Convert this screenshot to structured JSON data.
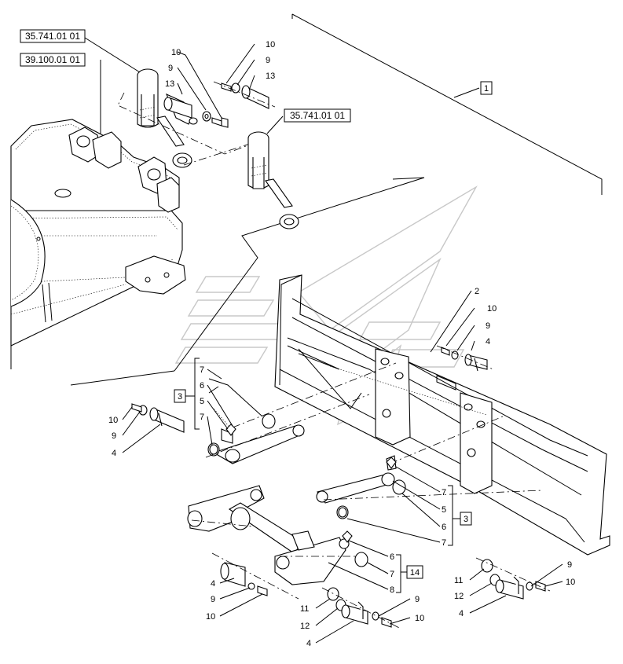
{
  "ref_boxes": {
    "cylinder_left": "35.741.01 01",
    "frame": "39.100.01 01",
    "cylinder_right": "35.741.01 01"
  },
  "group_boxes": {
    "top_group": "1",
    "left_arm_group": "3",
    "right_arm_group": "3",
    "frame_group": "14"
  },
  "callouts": {
    "top_left_bolt": "10",
    "top_left_washer": "9",
    "top_left_pin": "13",
    "top_right_bolt": "10",
    "top_right_washer": "9",
    "top_right_pin": "13",
    "blade_pin_label": "2",
    "blade_bolt": "10",
    "blade_washer": "9",
    "blade_pin": "4",
    "larm_7a": "7",
    "larm_6": "6",
    "larm_5": "5",
    "larm_7b": "7",
    "left_bolt": "10",
    "left_washer": "9",
    "left_pin": "4",
    "rarm_7a": "7",
    "rarm_5": "5",
    "rarm_6": "6",
    "rarm_7b": "7",
    "frame_6": "6",
    "frame_7": "7",
    "frame_8": "8",
    "bl_pin": "4",
    "bl_washer": "9",
    "bl_bolt": "10",
    "bm_11": "11",
    "bm_12": "12",
    "bm_4": "4",
    "bm_9": "9",
    "bm_10": "10",
    "br_11": "11",
    "br_12": "12",
    "br_4": "4",
    "br_9": "9",
    "br_10": "10"
  }
}
